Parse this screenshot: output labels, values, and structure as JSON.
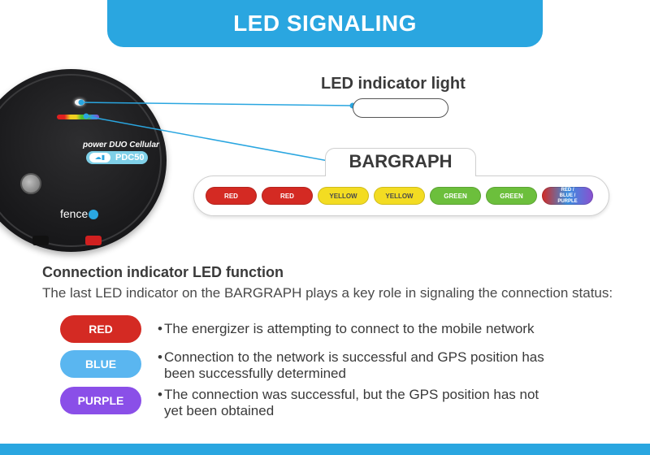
{
  "header": {
    "title": "LED SIGNALING"
  },
  "device": {
    "model": "power DUO Cellular",
    "badge": "PDC50",
    "badge_icon": "cloud-signal-icon",
    "logo": "fence"
  },
  "callouts": {
    "led_indicator": "LED indicator light",
    "bargraph": "BARGRAPH"
  },
  "bargraph": {
    "pills": [
      {
        "label": "RED",
        "color": "#d42a23",
        "text_color": "#ffffff"
      },
      {
        "label": "RED",
        "color": "#d42a23",
        "text_color": "#ffffff"
      },
      {
        "label": "YELLOW",
        "color": "#f3dc22",
        "text_color": "#4a4a4a"
      },
      {
        "label": "YELLOW",
        "color": "#f3dc22",
        "text_color": "#4a4a4a"
      },
      {
        "label": "GREEN",
        "color": "#6cbf3c",
        "text_color": "#ffffff"
      },
      {
        "label": "GREEN",
        "color": "#6cbf3c",
        "text_color": "#ffffff"
      },
      {
        "label_lines": [
          "RED /",
          "BLUE /",
          "PURPLE"
        ],
        "gradient": [
          "#d42a23",
          "#3a8fe0",
          "#8a50d0"
        ],
        "text_color": "#ffffff"
      }
    ]
  },
  "connection": {
    "title": "Connection indicator LED function",
    "description": "The last LED indicator on the BARGRAPH plays a key role in signaling the connection status:",
    "statuses": [
      {
        "label": "RED",
        "color": "#d42a23",
        "lines": [
          "The energizer is attempting to connect to the mobile network"
        ]
      },
      {
        "label": "BLUE",
        "color": "#5ab6f0",
        "lines": [
          "Connection to the network is successful and GPS position has",
          "been successfully determined"
        ]
      },
      {
        "label": "PURPLE",
        "color": "#8a4fe8",
        "lines": [
          "The connection was successful, but the GPS position has not",
          "yet been obtained"
        ]
      }
    ]
  }
}
